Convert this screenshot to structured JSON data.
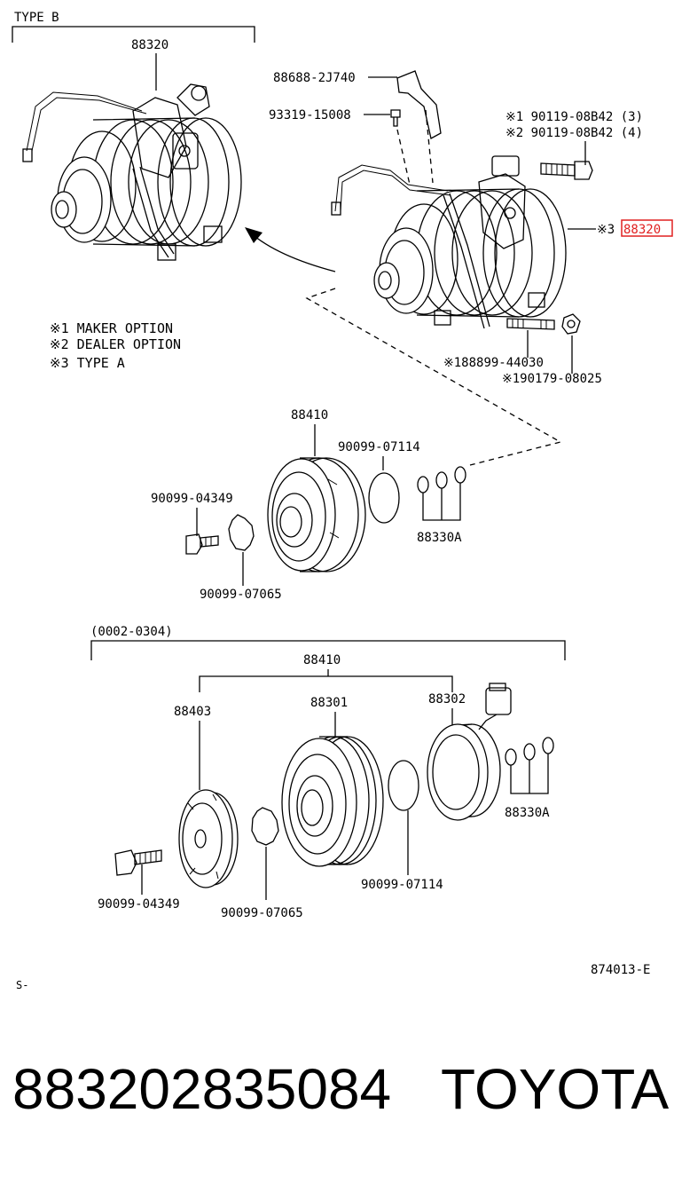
{
  "diagram": {
    "type_b_label": "TYPE B",
    "type_b_part": "88320",
    "bracket_part": "88688-2J740",
    "screw_part": "93319-15008",
    "bolt_note_1": "※1 90119-08B42 (3)",
    "bolt_note_2": "※2 90119-08B42 (4)",
    "compressor_ref_prefix": "※3",
    "compressor_ref": "88320",
    "legend": [
      "※1  MAKER OPTION",
      "※2  DEALER OPTION",
      "※3  TYPE A"
    ],
    "stud_part": "※188899-44030",
    "nut_part": "※190179-08025",
    "clutch_assy_1": "88410",
    "snap_ring_1": "90099-07114",
    "bolt_1": "90099-04349",
    "washer_1": "90099-07065",
    "shim_1": "88330A",
    "range_label": "(0002-0304)",
    "clutch_assy_2": "88410",
    "hub": "88403",
    "pulley": "88301",
    "coil": "88302",
    "shim_2": "88330A",
    "snap_ring_2": "90099-07114",
    "bolt_2": "90099-04349",
    "washer_2": "90099-07065",
    "figure_code": "874013-E",
    "corner_mark": "S-",
    "highlight_color": "#e02020"
  },
  "footer": {
    "part_number": "883202835084",
    "brand": "TOYOTA"
  }
}
